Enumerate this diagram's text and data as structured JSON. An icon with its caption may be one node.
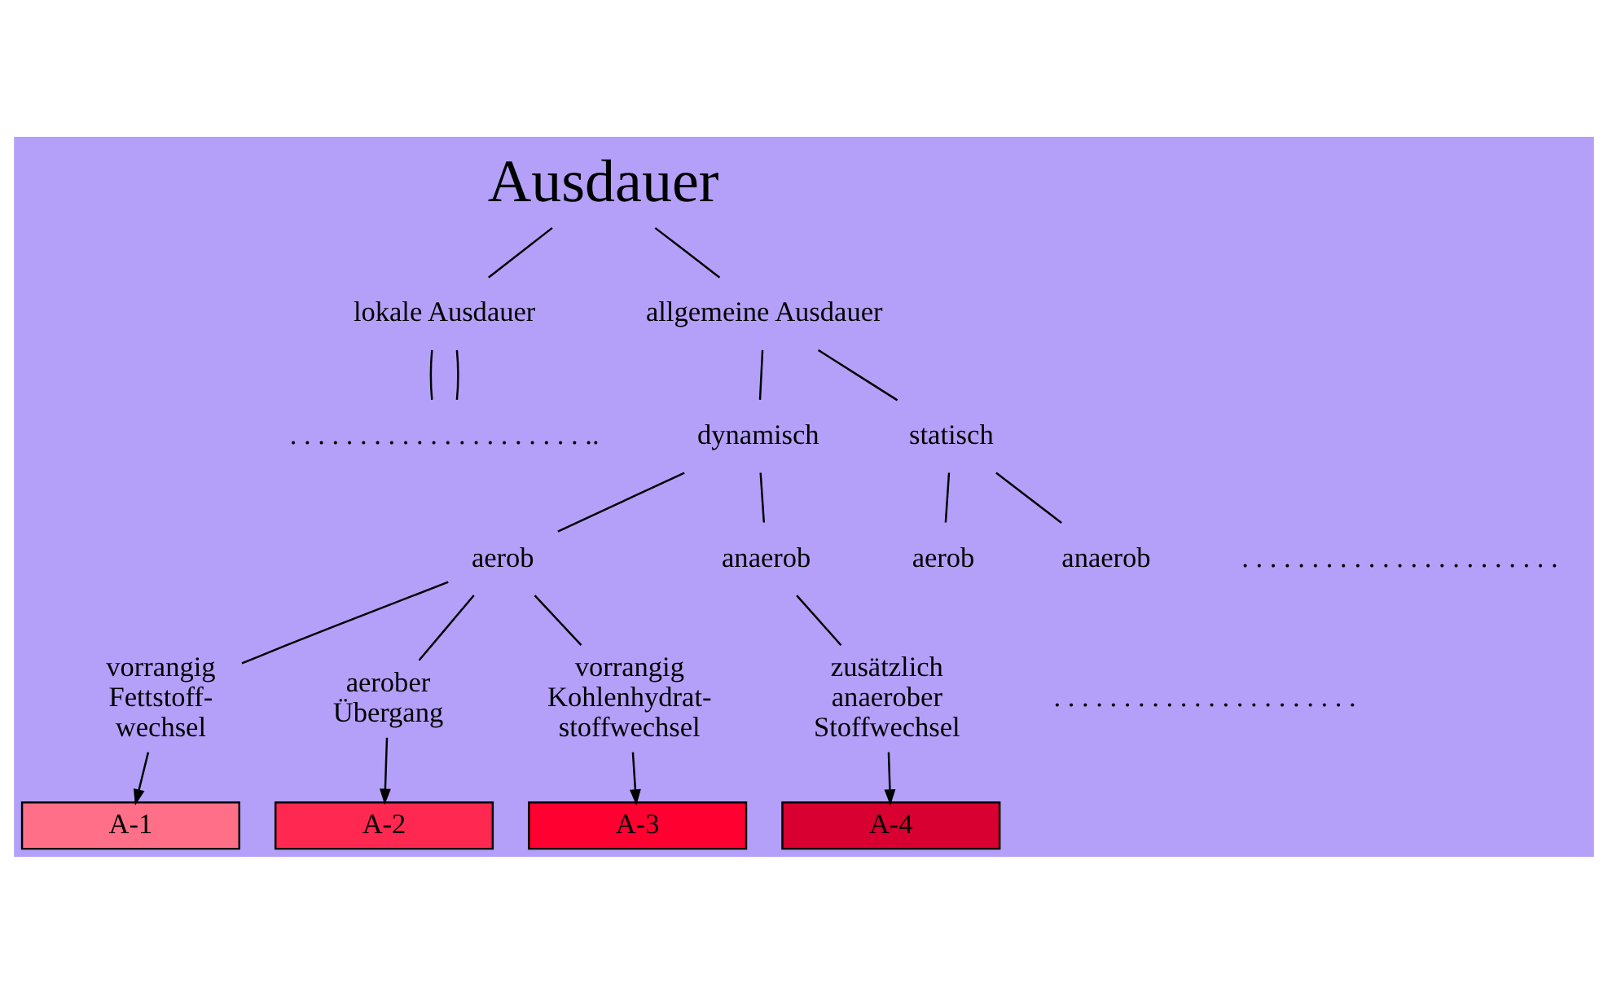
{
  "diagram": {
    "nodes": [
      {
        "text": [
          "Ausdauer"
        ]
      },
      {
        "text": [
          "lokale Ausdauer"
        ]
      },
      {
        "text": [
          "allgemeine Ausdauer"
        ]
      },
      {
        "text": [
          ". . . . . . . . . . . . . . . . . . . . . .."
        ]
      },
      {
        "text": [
          "dynamisch"
        ]
      },
      {
        "text": [
          "statisch"
        ]
      },
      {
        "text": [
          "aerob"
        ]
      },
      {
        "text": [
          "anaerob"
        ]
      },
      {
        "text": [
          "aerob"
        ]
      },
      {
        "text": [
          "anaerob"
        ]
      },
      {
        "text": [
          "vorrangig Fettstoff- wechsel"
        ]
      },
      {
        "text": [
          "aerober Übergang"
        ]
      },
      {
        "text": [
          "vorrangig Kohlenhydrat- stoffwechsel"
        ]
      },
      {
        "text": [
          "zusätzlich anaerober Stoffwechsel"
        ]
      },
      {
        "text": [
          "A-1"
        ]
      },
      {
        "text": [
          "A-2"
        ]
      },
      {
        "text": [
          "A-3"
        ]
      },
      {
        "text": [
          "A-4"
        ]
      }
    ],
    "edges": [
      {
        "from": 0,
        "to": 1,
        "arrow": "none"
      },
      {
        "from": 0,
        "to": 2,
        "arrow": "none"
      },
      {
        "from": 1,
        "to": 3,
        "arrow": "none"
      },
      {
        "from": 1,
        "to": 3,
        "arrow": "none"
      },
      {
        "from": 2,
        "to": 4,
        "arrow": "none"
      },
      {
        "from": 2,
        "to": 5,
        "arrow": "none"
      },
      {
        "from": 4,
        "to": 6,
        "arrow": "none"
      },
      {
        "from": 4,
        "to": 7,
        "arrow": "none"
      },
      {
        "from": 5,
        "to": 8,
        "arrow": "none"
      },
      {
        "from": 5,
        "to": 9,
        "arrow": "none"
      },
      {
        "from": 6,
        "to": 10,
        "arrow": "none"
      },
      {
        "from": 6,
        "to": 11,
        "arrow": "none"
      },
      {
        "from": 6,
        "to": 12,
        "arrow": "none"
      },
      {
        "from": 7,
        "to": 13,
        "arrow": "none"
      },
      {
        "from": 10,
        "to": 14,
        "arrow": "to"
      },
      {
        "from": 11,
        "to": 15,
        "arrow": "to"
      },
      {
        "from": 12,
        "to": 16,
        "arrow": "to"
      },
      {
        "from": 13,
        "to": 17,
        "arrow": "to"
      }
    ],
    "labels": [
      ". . . . . . . . . . . . . . . . . . . . . . .",
      ". . . . . . . . . . . . . . . . . . . . . ."
    ]
  }
}
